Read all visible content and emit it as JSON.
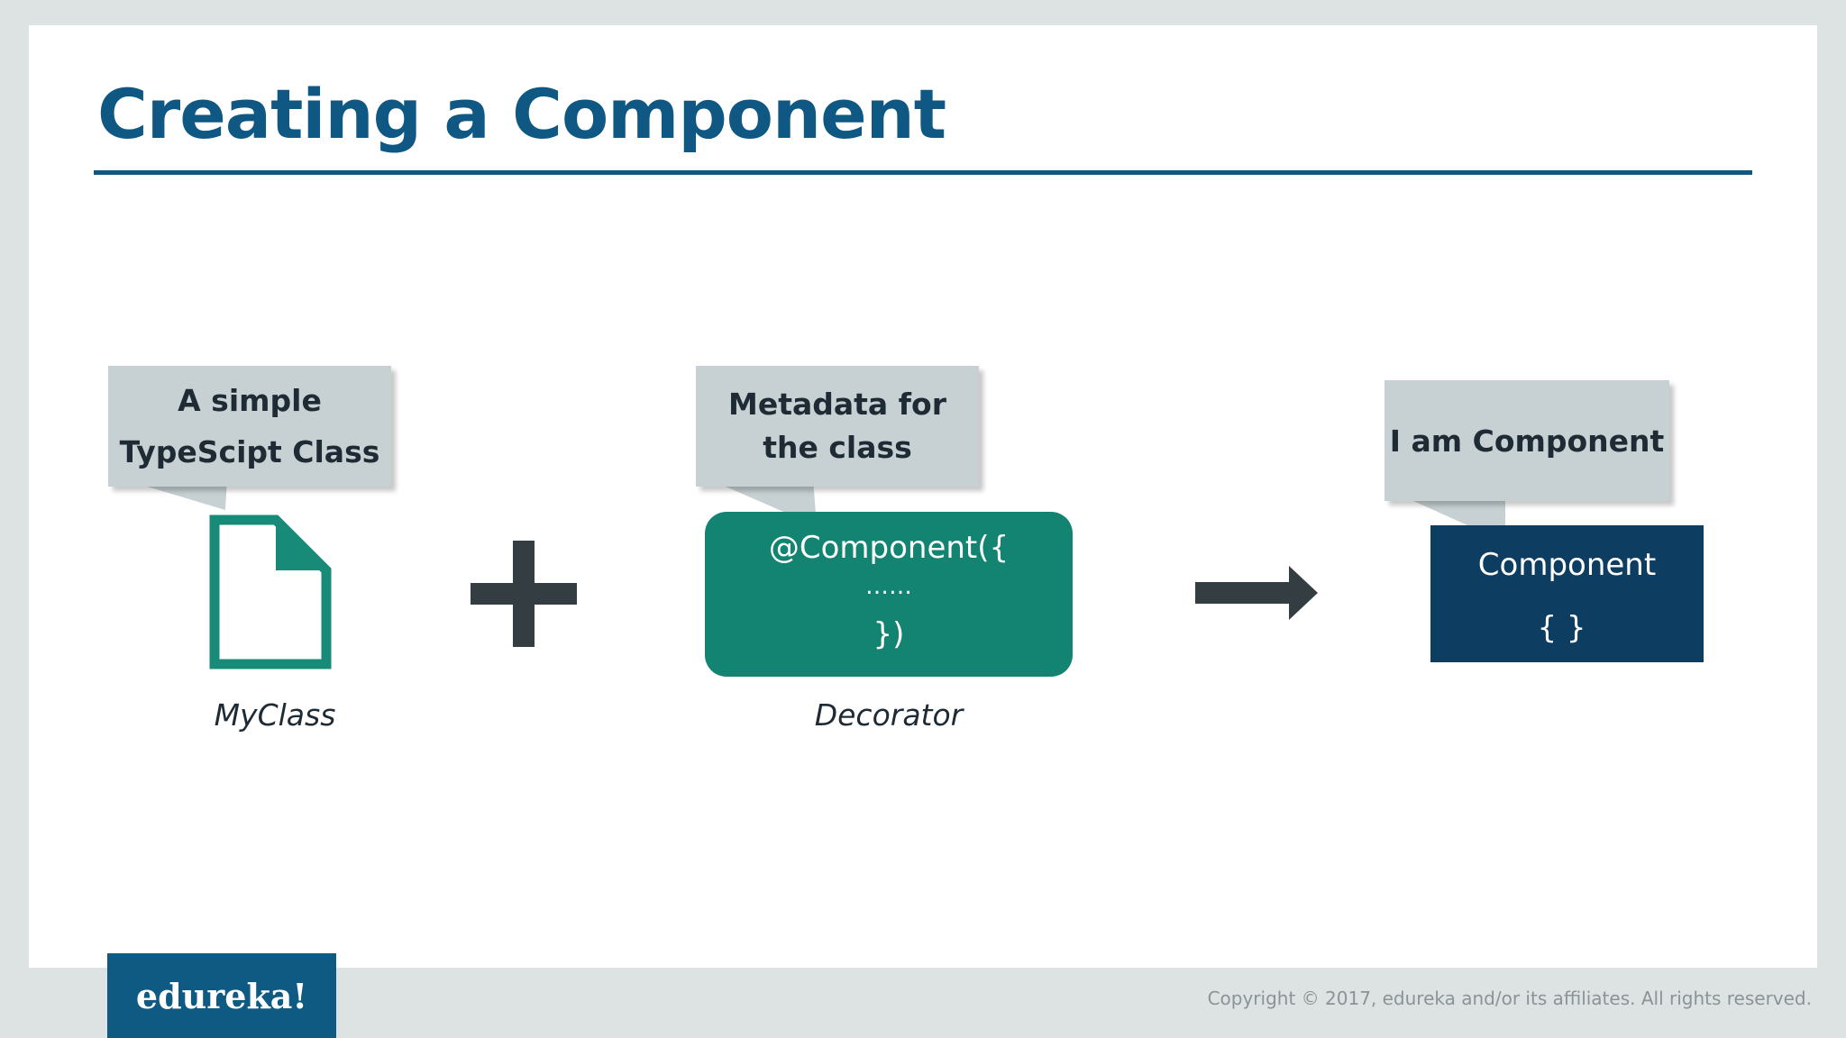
{
  "slide": {
    "title": "Creating a Component"
  },
  "diagram": {
    "class_part": {
      "callout": [
        "A simple",
        "TypeScipt Class"
      ],
      "icon": "document-icon",
      "caption": "MyClass"
    },
    "operator_icon": "plus-icon",
    "decorator_part": {
      "callout": [
        "Metadata for",
        "the class"
      ],
      "code_lines": [
        "@Component({",
        "……",
        "})"
      ],
      "caption": "Decorator"
    },
    "result_arrow_icon": "right-arrow-icon",
    "component_part": {
      "callout": [
        "I am Component"
      ],
      "box_lines": [
        "Component",
        "{ }"
      ]
    }
  },
  "footer": {
    "logo_text": "edureka!",
    "copyright": "Copyright © 2017, edureka and/or its affiliates. All rights reserved."
  },
  "colors": {
    "title_blue": "#0e5883",
    "teal": "#138471",
    "navy": "#0d3e61",
    "callout_gray": "#c7d0d2",
    "icon_dark": "#333d42"
  }
}
